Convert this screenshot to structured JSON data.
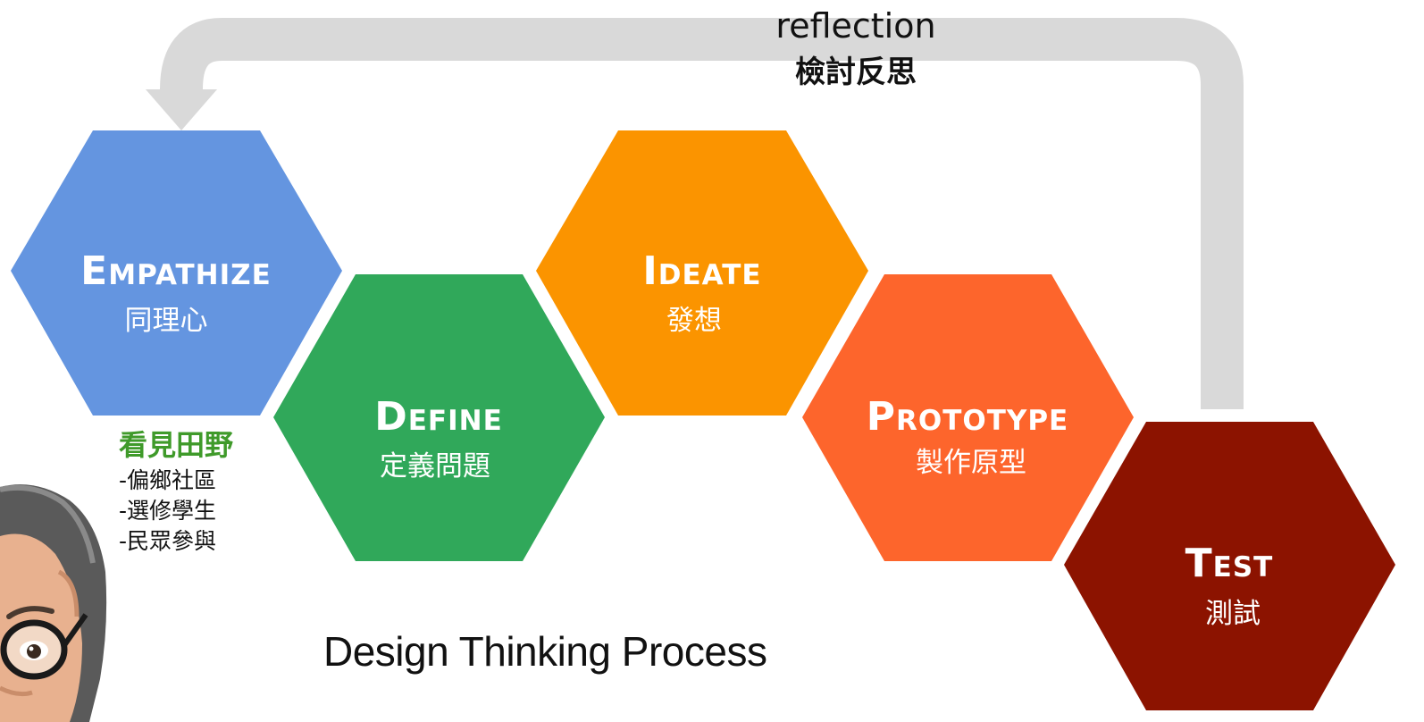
{
  "reflection_loop": {
    "label_en": "reflection",
    "label_cn": "檢討反思",
    "arrow_color": "#d9d9d9"
  },
  "stages": [
    {
      "key": "empathize",
      "title": "Empathize",
      "subtitle": "同理心",
      "color": "#6495e0"
    },
    {
      "key": "define",
      "title": "Define",
      "subtitle": "定義問題",
      "color": "#30a85a"
    },
    {
      "key": "ideate",
      "title": "Ideate",
      "subtitle": "發想",
      "color": "#fb9400"
    },
    {
      "key": "prototype",
      "title": "Prototype",
      "subtitle": "製作原型",
      "color": "#fd652c"
    },
    {
      "key": "test",
      "title": "Test",
      "subtitle": "測試",
      "color": "#8c1300"
    }
  ],
  "empathize_note": {
    "heading": "看見田野",
    "items": [
      "-偏鄉社區",
      "-選修學生",
      "-民眾參與"
    ]
  },
  "caption": "Design Thinking Process",
  "portrait": {
    "icon": "person-portrait"
  }
}
